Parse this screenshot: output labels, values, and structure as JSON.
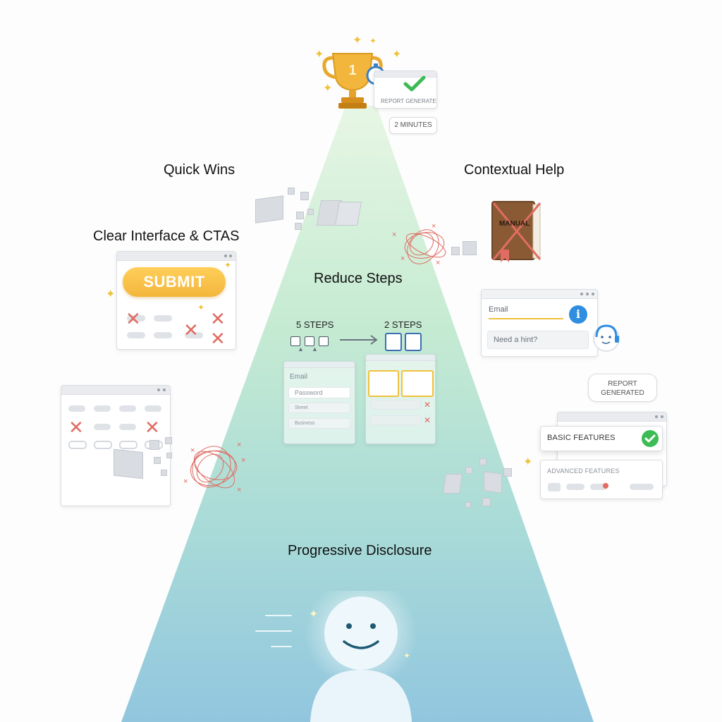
{
  "labels": {
    "quick_wins": "Quick Wins",
    "contextual_help": "Contextual Help",
    "clear_interface": "Clear Interface & CTAS",
    "reduce_steps": "Reduce Steps",
    "progressive_disclosure": "Progressive Disclosure"
  },
  "top": {
    "report_text": "REPORT GENERATED",
    "time_badge": "2 MINUTES"
  },
  "clear_interface": {
    "submit_label": "SUBMIT"
  },
  "reduce_steps": {
    "from_label": "5 STEPS",
    "to_label": "2 STEPS",
    "fields": [
      "Email",
      "Password",
      "Street",
      "Business"
    ]
  },
  "contextual_help": {
    "manual_label": "MANUAL",
    "email_label": "Email",
    "hint_placeholder": "Need a hint?"
  },
  "progressive": {
    "bubble": "REPORT\nGENERATED",
    "basic": "BASIC FEATURES",
    "advanced": "ADVANCED FEATURES"
  },
  "colors": {
    "accent_gold": "#f3b63c",
    "success_green": "#3dbb55",
    "error_red": "#e06c63",
    "info_blue": "#2f8ee0",
    "beam_top": "#d9f2dc",
    "beam_bottom": "#8fc6de"
  },
  "icons": [
    "trophy-icon",
    "stopwatch-icon",
    "checkmark-icon",
    "info-icon",
    "headset-bot-icon",
    "manual-book-icon",
    "smiley-user-icon"
  ]
}
